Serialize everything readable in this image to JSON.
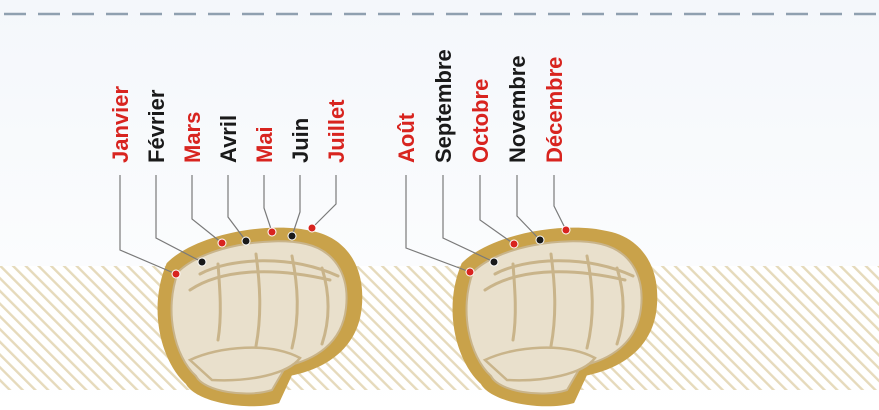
{
  "colors": {
    "long_month": "#d8241f",
    "short_month": "#1a1a1a",
    "fist_fill": "#e9e0cc",
    "fist_outline": "#c9a24a",
    "fist_shadow": "#c9b48a",
    "stripes": "#e3d6b4",
    "dash": "#8fa0b0",
    "leader": "#7a7a7a"
  },
  "fists": [
    {
      "name": "left-fist",
      "months": [
        {
          "label": "Janvier",
          "long": true
        },
        {
          "label": "Février",
          "long": false
        },
        {
          "label": "Mars",
          "long": true
        },
        {
          "label": "Avril",
          "long": false
        },
        {
          "label": "Mai",
          "long": true
        },
        {
          "label": "Juin",
          "long": false
        },
        {
          "label": "Juillet",
          "long": true
        }
      ]
    },
    {
      "name": "right-fist",
      "months": [
        {
          "label": "Août",
          "long": true
        },
        {
          "label": "Septembre",
          "long": false
        },
        {
          "label": "Octobre",
          "long": true
        },
        {
          "label": "Novembre",
          "long": false
        },
        {
          "label": "Décembre",
          "long": true
        }
      ]
    }
  ]
}
